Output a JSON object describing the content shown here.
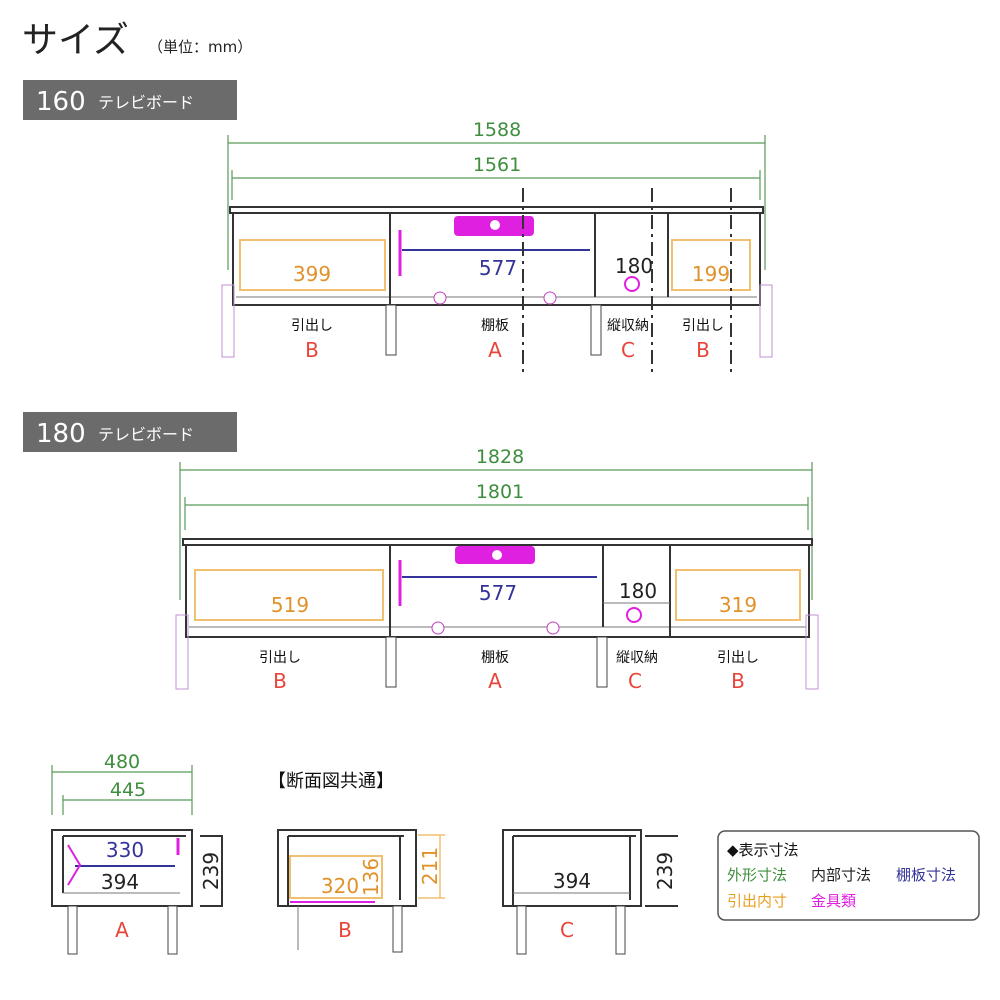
{
  "header": {
    "title": "サイズ",
    "unit": "（単位：mm）"
  },
  "models": [
    {
      "size": "160",
      "name": "テレビボード",
      "outer_width": "1588",
      "inner_width": "1561",
      "shelf": "577",
      "vertical": "180",
      "drawer_left": "399",
      "drawer_right": "199",
      "sections": [
        {
          "label": "引出し",
          "code": "B"
        },
        {
          "label": "棚板",
          "code": "A"
        },
        {
          "label": "縦収納",
          "code": "C"
        },
        {
          "label": "引出し",
          "code": "B"
        }
      ]
    },
    {
      "size": "180",
      "name": "テレビボード",
      "outer_width": "1828",
      "inner_width": "1801",
      "shelf": "577",
      "vertical": "180",
      "drawer_left": "519",
      "drawer_right": "319",
      "sections": [
        {
          "label": "引出し",
          "code": "B"
        },
        {
          "label": "棚板",
          "code": "A"
        },
        {
          "label": "縦収納",
          "code": "C"
        },
        {
          "label": "引出し",
          "code": "B"
        }
      ]
    }
  ],
  "cross_section": {
    "title": "【断面図共通】",
    "depth_outer": "480",
    "depth_inner": "445",
    "A": {
      "code": "A",
      "shelf": "330",
      "inner": "394",
      "height": "239"
    },
    "B": {
      "code": "B",
      "drawer_depth": "320",
      "drawer_height": "136",
      "opening": "211"
    },
    "C": {
      "code": "C",
      "inner": "394",
      "height": "239"
    }
  },
  "legend": {
    "title": "◆表示寸法",
    "items": [
      {
        "label": "外形寸法",
        "color": "#3e8e3e"
      },
      {
        "label": "内部寸法",
        "color": "#222222"
      },
      {
        "label": "棚板寸法",
        "color": "#33339a"
      },
      {
        "label": "引出内寸",
        "color": "#e8a020"
      },
      {
        "label": "金具類",
        "color": "#e020e0"
      }
    ]
  }
}
